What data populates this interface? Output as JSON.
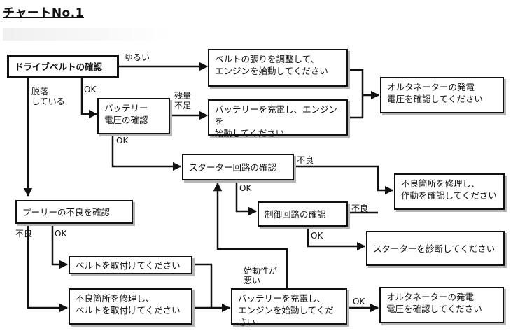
{
  "title": "チャートNo.1",
  "nodes": {
    "drive_belt": "ドライブベルトの確認",
    "tension_adjust": [
      "ベルトの張りを調整して、",
      "エンジンを始動してください"
    ],
    "alt_check_top": [
      "オルタネーターの発電",
      "電圧を確認してください"
    ],
    "battery_check": [
      "バッテリー",
      "電圧の確認"
    ],
    "charge_top": [
      "バッテリーを充電し、エンジンを",
      "始動してください"
    ],
    "starter_circuit": "スターター回路の確認",
    "repair_defect": [
      "不良箇所を修理し、",
      "作動を確認してください"
    ],
    "control_circuit": "制御回路の確認",
    "starter_diag": "スターターを診断してください",
    "pulley_check": "プーリーの不良を確認",
    "attach_belt": "ベルトを取付けてください",
    "repair_attach": [
      "不良箇所を修理し、",
      "ベルトを取付けてください"
    ],
    "charge_bottom": [
      "バッテリーを充電し、",
      "エンジンを始動してください"
    ],
    "alt_check_bottom": [
      "オルタネーターの発電",
      "電圧を確認してください"
    ]
  },
  "labels": {
    "loose": "ゆるい",
    "detached": "脱落\nしている",
    "ok_drive": "OK",
    "remaining_low": "残量\n不足",
    "ok_battery": "OK",
    "defect_starter": "不良",
    "ok_starter": "OK",
    "defect_control": "不良",
    "ok_control": "OK",
    "defect_pulley": "不良",
    "ok_pulley": "OK",
    "start_bad": "始動性が\n悪い",
    "ok_final": "OK"
  }
}
